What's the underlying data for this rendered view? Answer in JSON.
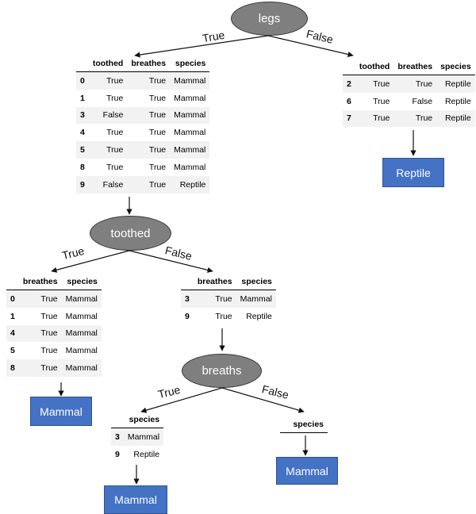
{
  "nodes": {
    "root": "legs",
    "n2": "toothed",
    "n3": "breaths"
  },
  "edges": {
    "root_true": "True",
    "root_false": "False",
    "n2_true": "True",
    "n2_false": "False",
    "n3_true": "True",
    "n3_false": "False"
  },
  "leaves": {
    "reptile": "Reptile",
    "mammal_left": "Mammal",
    "mammal_mid": "Mammal",
    "mammal_right": "Mammal"
  },
  "tables": {
    "t_root_true": {
      "headers": [
        "",
        "toothed",
        "breathes",
        "species"
      ],
      "rows": [
        [
          "0",
          "True",
          "True",
          "Mammal"
        ],
        [
          "1",
          "True",
          "True",
          "Mammal"
        ],
        [
          "3",
          "False",
          "True",
          "Mammal"
        ],
        [
          "4",
          "True",
          "True",
          "Mammal"
        ],
        [
          "5",
          "True",
          "True",
          "Mammal"
        ],
        [
          "8",
          "True",
          "True",
          "Mammal"
        ],
        [
          "9",
          "False",
          "True",
          "Reptile"
        ]
      ]
    },
    "t_root_false": {
      "headers": [
        "",
        "toothed",
        "breathes",
        "species"
      ],
      "rows": [
        [
          "2",
          "True",
          "True",
          "Reptile"
        ],
        [
          "6",
          "True",
          "False",
          "Reptile"
        ],
        [
          "7",
          "True",
          "True",
          "Reptile"
        ]
      ]
    },
    "t_toothed_true": {
      "headers": [
        "",
        "breathes",
        "species"
      ],
      "rows": [
        [
          "0",
          "True",
          "Mammal"
        ],
        [
          "1",
          "True",
          "Mammal"
        ],
        [
          "4",
          "True",
          "Mammal"
        ],
        [
          "5",
          "True",
          "Mammal"
        ],
        [
          "8",
          "True",
          "Mammal"
        ]
      ]
    },
    "t_toothed_false": {
      "headers": [
        "",
        "breathes",
        "species"
      ],
      "rows": [
        [
          "3",
          "True",
          "Mammal"
        ],
        [
          "9",
          "True",
          "Reptile"
        ]
      ]
    },
    "t_breaths_true": {
      "headers": [
        "",
        "species"
      ],
      "rows": [
        [
          "3",
          "Mammal"
        ],
        [
          "9",
          "Reptile"
        ]
      ]
    },
    "t_breaths_false": {
      "headers": [
        "species"
      ],
      "rows": []
    }
  }
}
